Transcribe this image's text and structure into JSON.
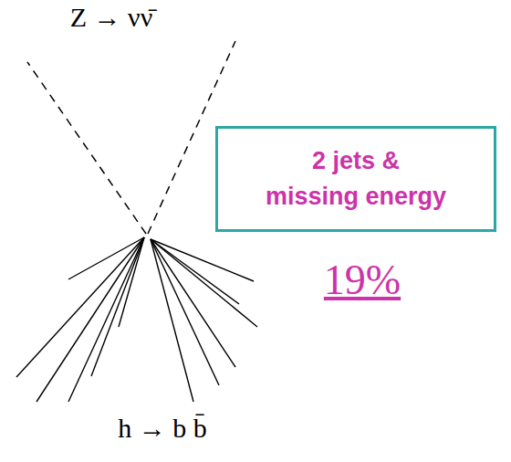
{
  "diagram": {
    "nodes": [
      {
        "text": [
          "2 jets & missing energy"
        ]
      }
    ],
    "labels": [
      "Z → νν̄",
      "h → b b̄",
      "19%"
    ]
  }
}
